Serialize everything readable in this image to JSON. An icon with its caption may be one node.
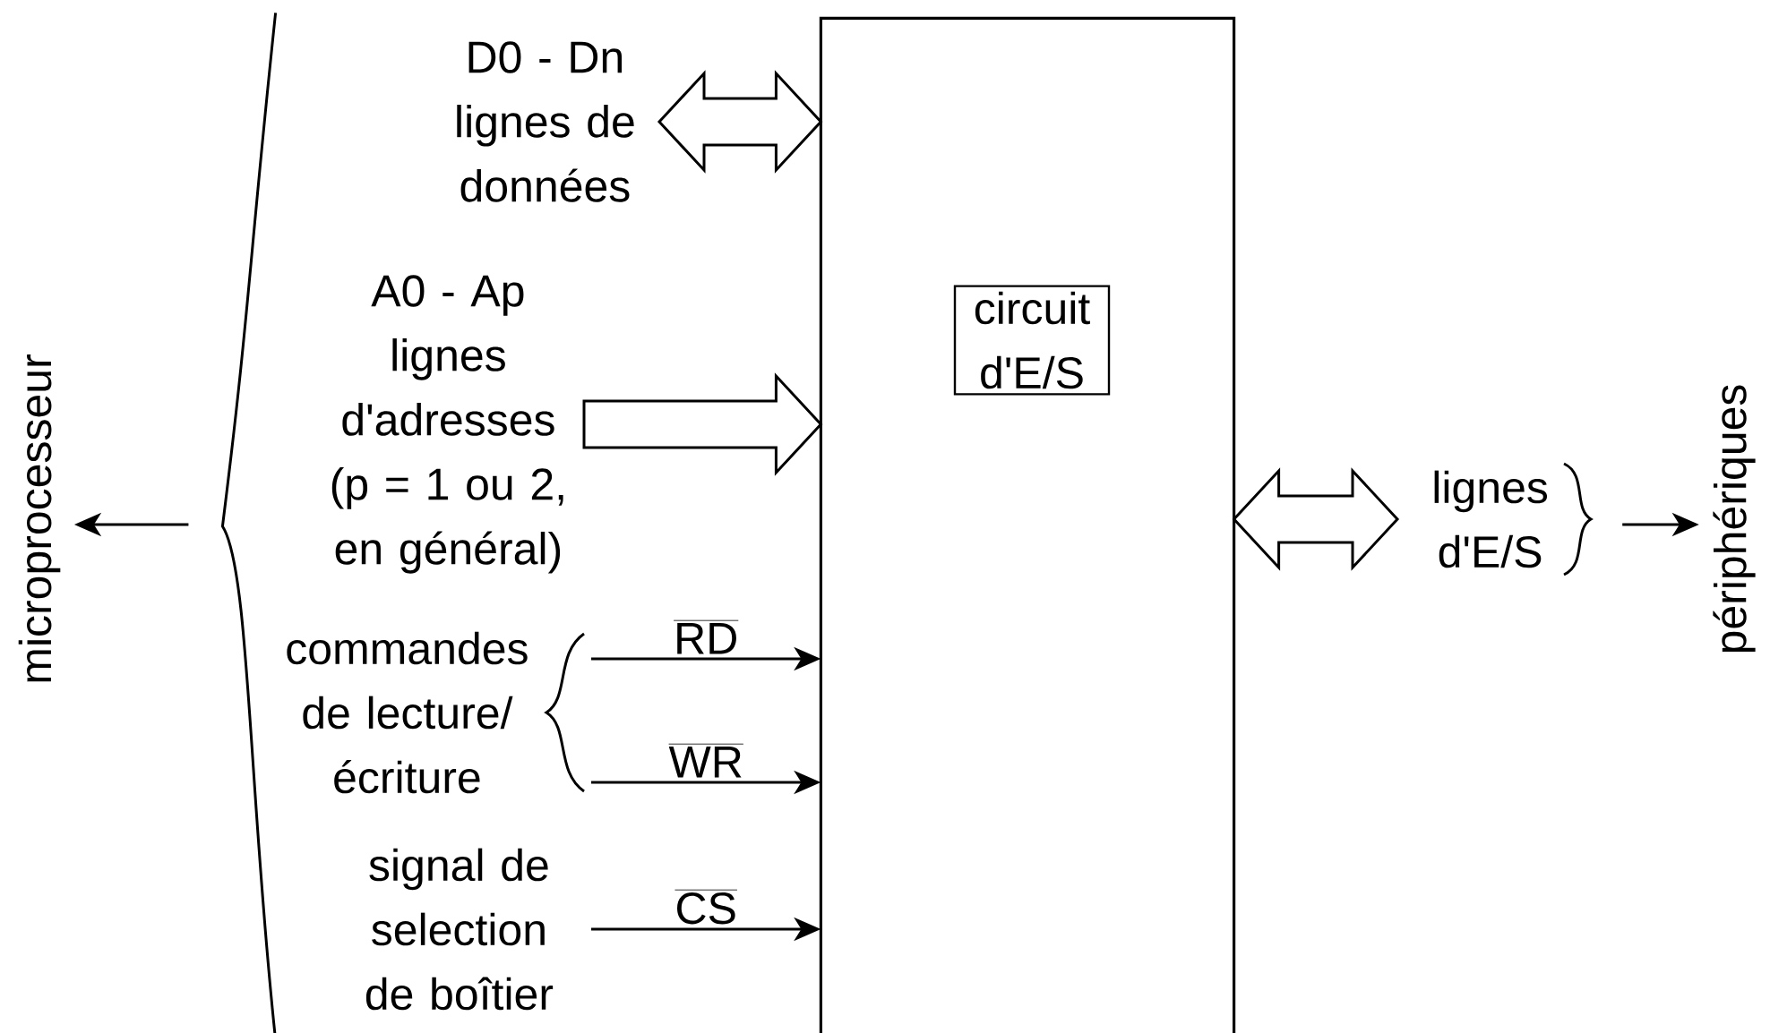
{
  "diagram": {
    "nodes": [
      {
        "text": [],
        "shape": "box"
      },
      {
        "text": [
          "circuit d'E/S"
        ],
        "in": 0
      },
      {
        "text": [
          "microprocesseur"
        ]
      },
      {
        "text": [
          "D0 - Dn lignes de données"
        ]
      },
      {
        "text": [
          "A0 - Ap lignes d'adresses (p = 1 ou 2, en général)"
        ]
      },
      {
        "text": [
          "commandes de lecture/ écriture"
        ]
      },
      {
        "text": [
          "signal de selection de boîtier"
        ]
      },
      {
        "text": [
          "lignes d'E/S"
        ]
      },
      {
        "text": [
          "périphériques"
        ]
      },
      {
        "text": [],
        "shape": "brace"
      }
    ],
    "edges": [
      {
        "from": 3,
        "to": 0,
        "arrow": "both",
        "style": "thick"
      },
      {
        "from": 4,
        "to": 0,
        "arrow": "to",
        "style": "thick"
      },
      {
        "from": 5,
        "to": 0,
        "arrow": "to",
        "label": "RD"
      },
      {
        "from": 5,
        "to": 0,
        "arrow": "to",
        "label": "WR"
      },
      {
        "from": 6,
        "to": 0,
        "arrow": "to",
        "label": "CS"
      },
      {
        "from": 0,
        "to": 7,
        "arrow": "both",
        "style": "thick"
      },
      {
        "from": 7,
        "to": 8,
        "arrow": "to"
      },
      {
        "from": 9,
        "to": 2,
        "arrow": "to"
      }
    ]
  }
}
